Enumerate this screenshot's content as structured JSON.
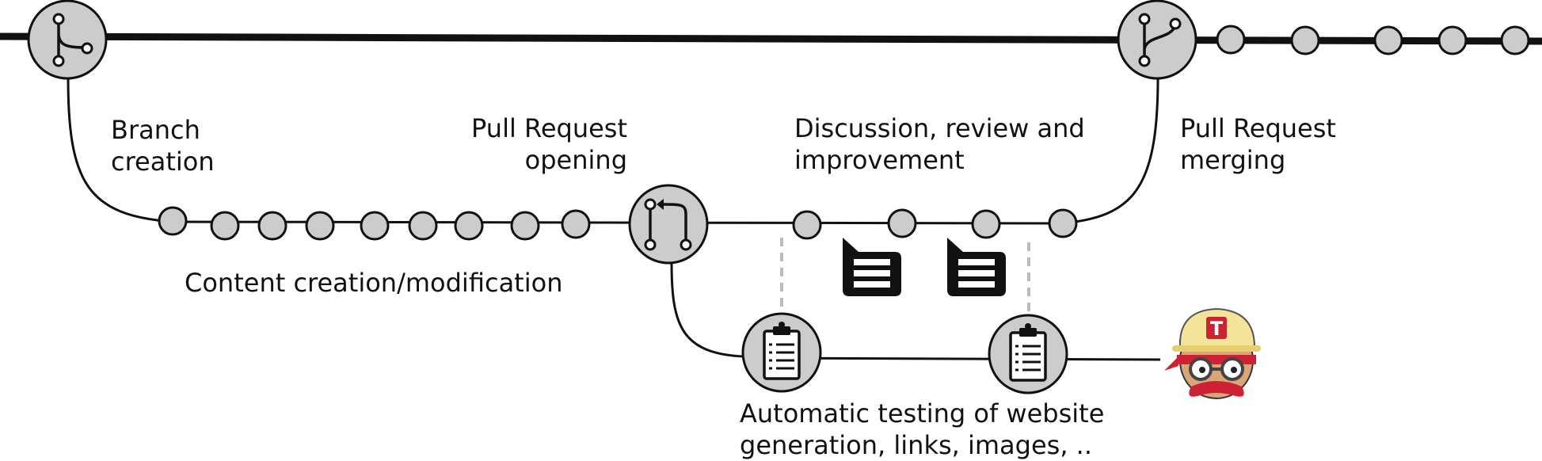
{
  "labels": {
    "branch_creation_line1": "Branch",
    "branch_creation_line2": "creation",
    "pr_opening_line1": "Pull Request",
    "pr_opening_line2": "opening",
    "discussion_line1": "Discussion, review and",
    "discussion_line2": "improvement",
    "pr_merging_line1": "Pull Request",
    "pr_merging_line2": "merging",
    "content_creation": "Content creation/modification",
    "auto_testing_line1": "Automatic testing of website",
    "auto_testing_line2": "generation, links, images, .."
  },
  "logo": {
    "mascot_letter": "T"
  },
  "colors": {
    "node_fill": "#cccccc",
    "stroke": "#111111",
    "dash": "#bbbbbb",
    "mascot_helmet": "#f3e49a",
    "mascot_accent": "#cc2233"
  },
  "icons": {
    "branch_node": "git-branch-icon",
    "merge_node": "git-merge-icon",
    "pull_request_node": "pull-request-icon",
    "test_node": "clipboard-icon",
    "comment": "comment-icon",
    "mascot": "travis-ci-mascot"
  }
}
